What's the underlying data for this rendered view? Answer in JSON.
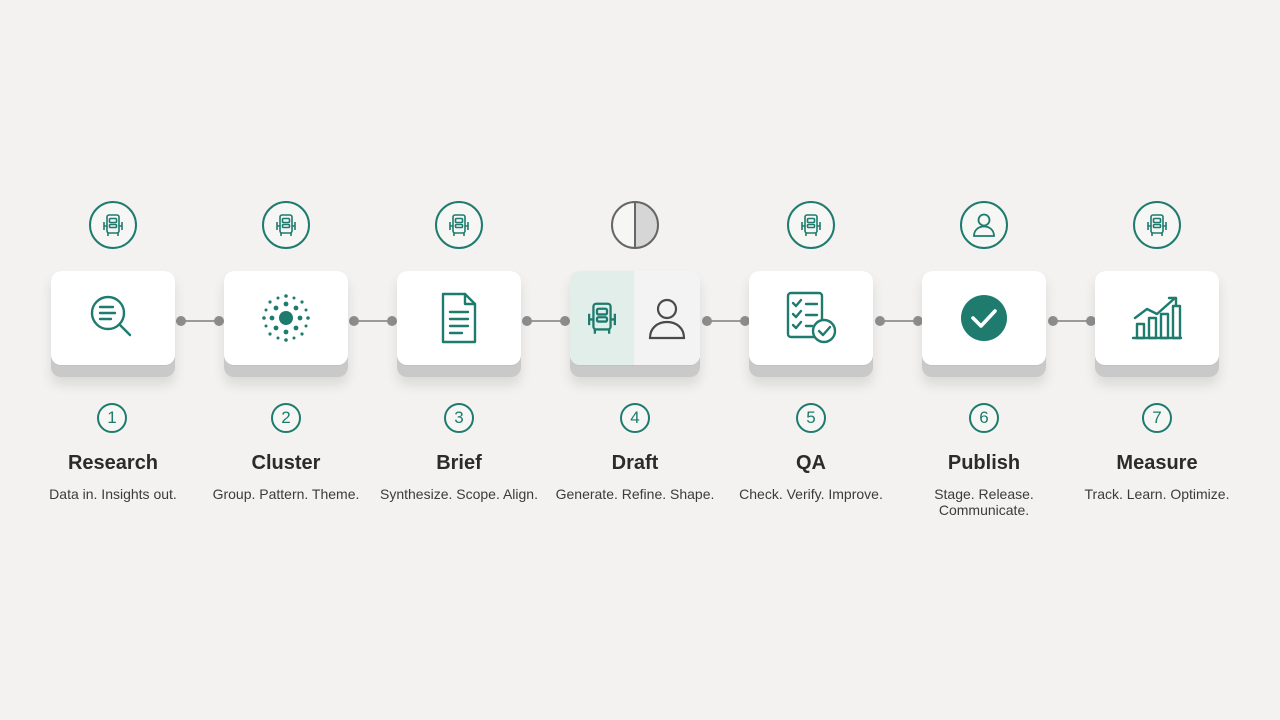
{
  "steps": [
    {
      "number": "1",
      "title": "Research",
      "tagline": "Data in. Insights out.",
      "top_icon": "robot-icon",
      "card_icon": "search-document-icon"
    },
    {
      "number": "2",
      "title": "Cluster",
      "tagline": "Group. Pattern. Theme.",
      "top_icon": "robot-icon",
      "card_icon": "cluster-dots-icon"
    },
    {
      "number": "3",
      "title": "Brief",
      "tagline": "Synthesize. Scope. Align.",
      "top_icon": "robot-icon",
      "card_icon": "document-icon"
    },
    {
      "number": "4",
      "title": "Draft",
      "tagline": "Generate. Refine. Shape.",
      "top_icon": "half-circle-icon",
      "card_icon": "robot-and-person-icon"
    },
    {
      "number": "5",
      "title": "QA",
      "tagline": "Check. Verify. Improve.",
      "top_icon": "robot-icon",
      "card_icon": "checklist-icon"
    },
    {
      "number": "6",
      "title": "Publish",
      "tagline": "Stage. Release. Communicate.",
      "top_icon": "person-icon",
      "card_icon": "check-circle-icon"
    },
    {
      "number": "7",
      "title": "Measure",
      "tagline": "Track. Learn. Optimize.",
      "top_icon": "robot-icon",
      "card_icon": "growth-chart-icon"
    }
  ],
  "colors": {
    "accent": "#1e7b6e",
    "background": "#f3f2f0",
    "connector": "#9a9a9a"
  }
}
